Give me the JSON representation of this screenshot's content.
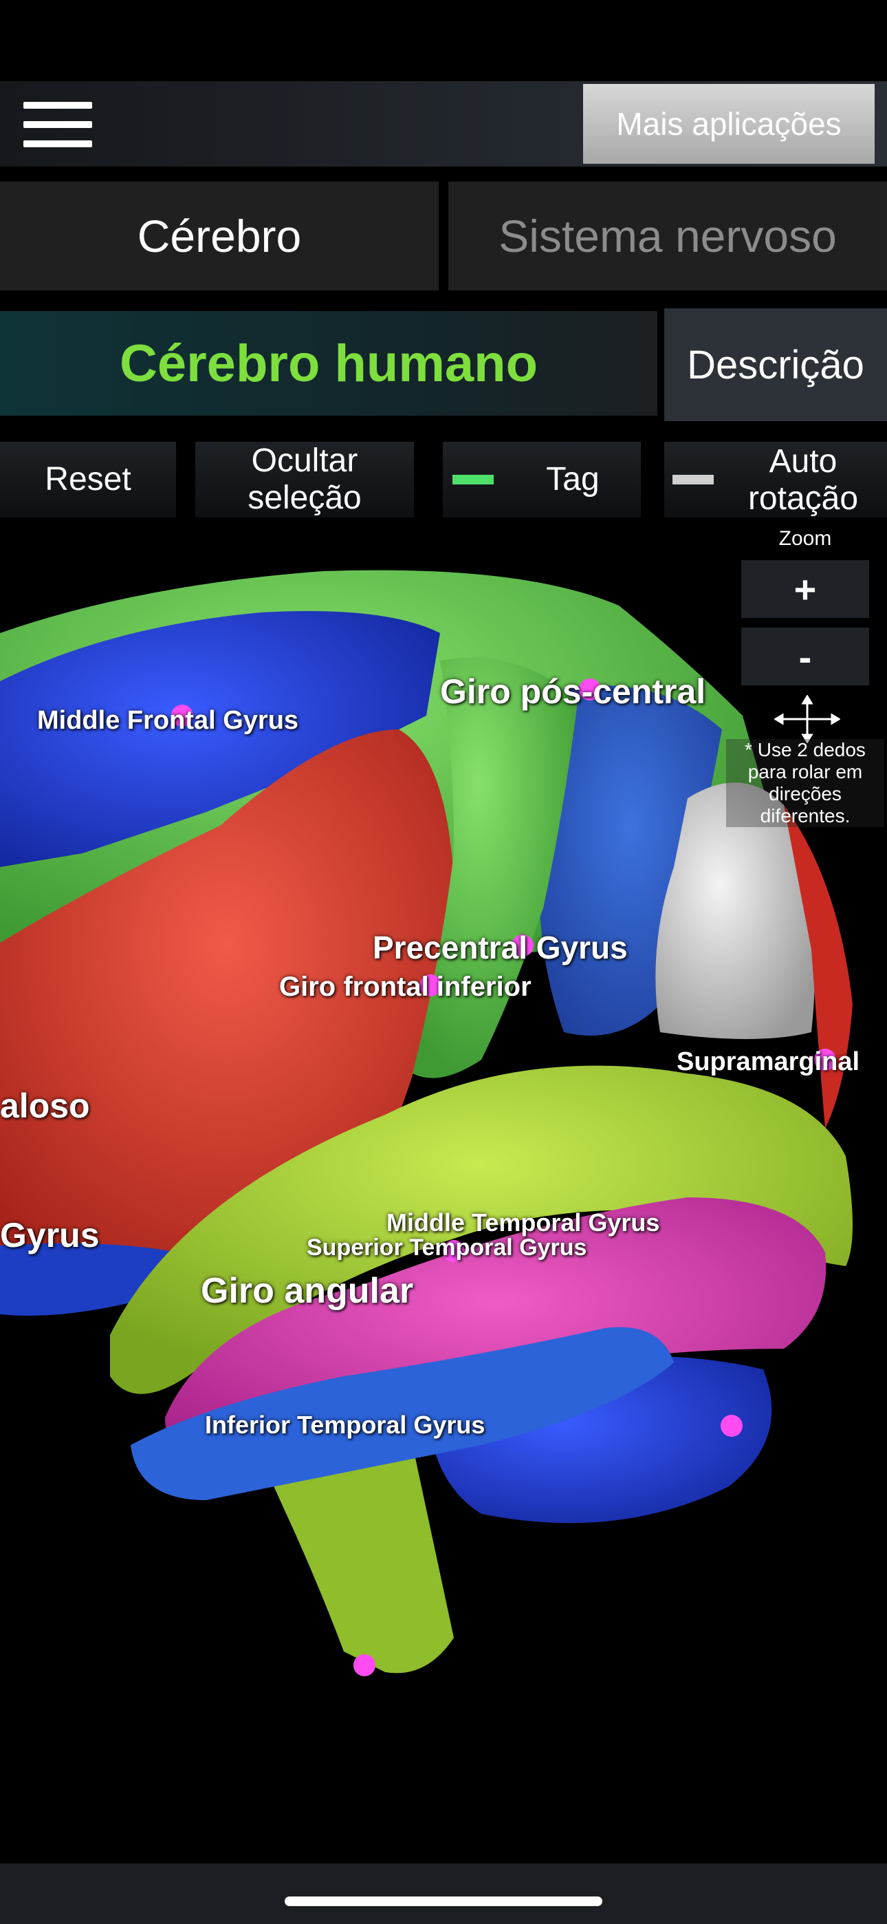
{
  "toolbar": {
    "menu_icon": "hamburger-menu-icon",
    "more_apps_label": "Mais aplicações"
  },
  "tabs": [
    {
      "label": "Cérebro",
      "active": true
    },
    {
      "label": "Sistema nervoso",
      "active": false
    }
  ],
  "title": "Cérebro humano",
  "description_button": "Descrição",
  "controls": {
    "reset": "Reset",
    "hide_line1": "Ocultar",
    "hide_line2": "seleção",
    "tag": "Tag",
    "auto_line1": "Auto",
    "auto_line2": "rotação",
    "tag_indicator_color": "#4fe06a",
    "auto_indicator_color": "#cfcfcf"
  },
  "zoom": {
    "label": "Zoom",
    "plus": "+",
    "minus": "-"
  },
  "hint": {
    "line1": "* Use 2 dedos",
    "line2": "para rolar em",
    "line3": "direções",
    "line4": "diferentes."
  },
  "brain_labels": [
    "Middle Frontal Gyrus",
    "Giro pós-central",
    "Precentral Gyrus",
    "Giro frontal inferior",
    "Supramarginal",
    "aloso",
    "Gyrus",
    "Middle Temporal Gyrus",
    "Superior Temporal Gyrus",
    "Giro angular",
    "Inferior Temporal Gyrus"
  ],
  "colors": {
    "title_green": "#7dde3e",
    "region_green": "#5ec24a",
    "region_lime": "#9ccb2e",
    "region_blue": "#1f3fd1",
    "region_red": "#d2382a",
    "region_magenta": "#d43aa6",
    "region_white": "#d9d9d9",
    "marker": "#ff4cf2"
  }
}
